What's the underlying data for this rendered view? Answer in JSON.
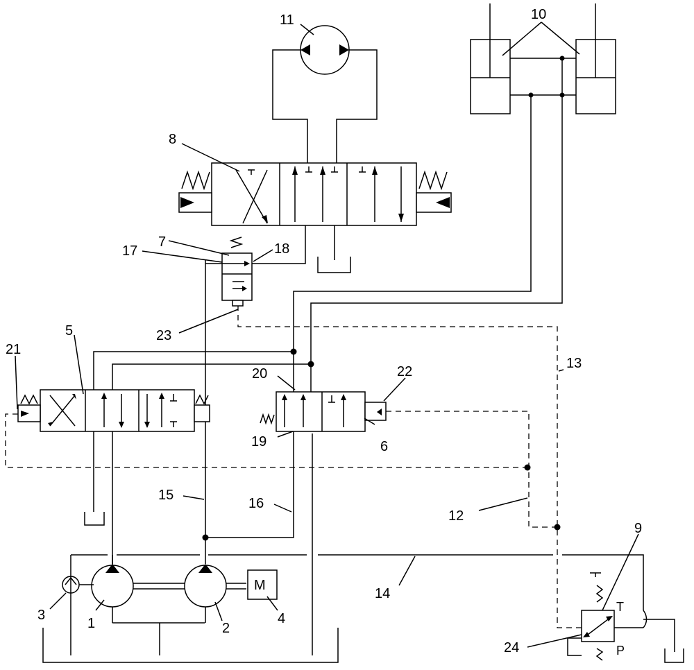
{
  "labels": {
    "l1": "1",
    "l2": "2",
    "l3": "3",
    "l4": "4",
    "l5": "5",
    "l6": "6",
    "l7": "7",
    "l8": "8",
    "l9": "9",
    "l10": "10",
    "l11": "11",
    "l12": "12",
    "l13": "13",
    "l14": "14",
    "l15": "15",
    "l16": "16",
    "l17": "17",
    "l18": "18",
    "l19": "19",
    "l20": "20",
    "l21": "21",
    "l22": "22",
    "l23": "23",
    "l24": "24"
  },
  "motor_letter": "M",
  "relief_port_t": "T",
  "relief_port_p": "P"
}
